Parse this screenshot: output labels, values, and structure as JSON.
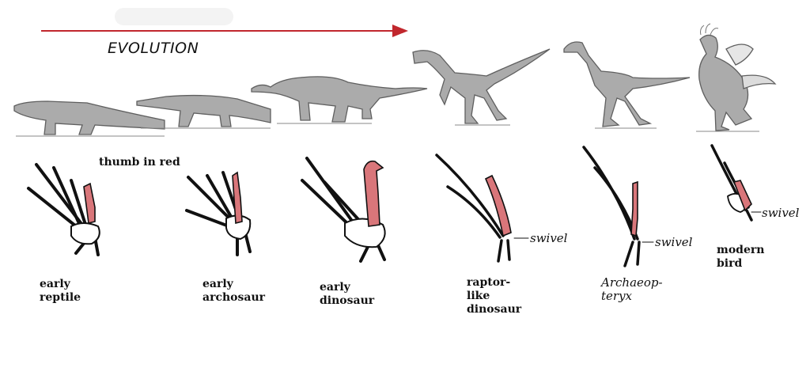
{
  "title": "EVOLUTION",
  "note": "thumb in red",
  "colors": {
    "arrow": "#c1272d",
    "thumb": "#d9767a",
    "animal_fill": "#a9a9a9",
    "animal_stroke": "#6b6b6b",
    "bone_stroke": "#111111"
  },
  "stages": [
    {
      "label": "early\nreptile",
      "italic": false,
      "swivel": ""
    },
    {
      "label": "early\narchosaur",
      "italic": false,
      "swivel": ""
    },
    {
      "label": "early\ndinosaur",
      "italic": false,
      "swivel": ""
    },
    {
      "label": "raptor-\nlike\ndinosaur",
      "italic": false,
      "swivel": "swivel"
    },
    {
      "label": "Archaeop-\nteryx",
      "italic": true,
      "swivel": "swivel"
    },
    {
      "label": "modern\nbird",
      "italic": false,
      "swivel": "swivel"
    }
  ]
}
